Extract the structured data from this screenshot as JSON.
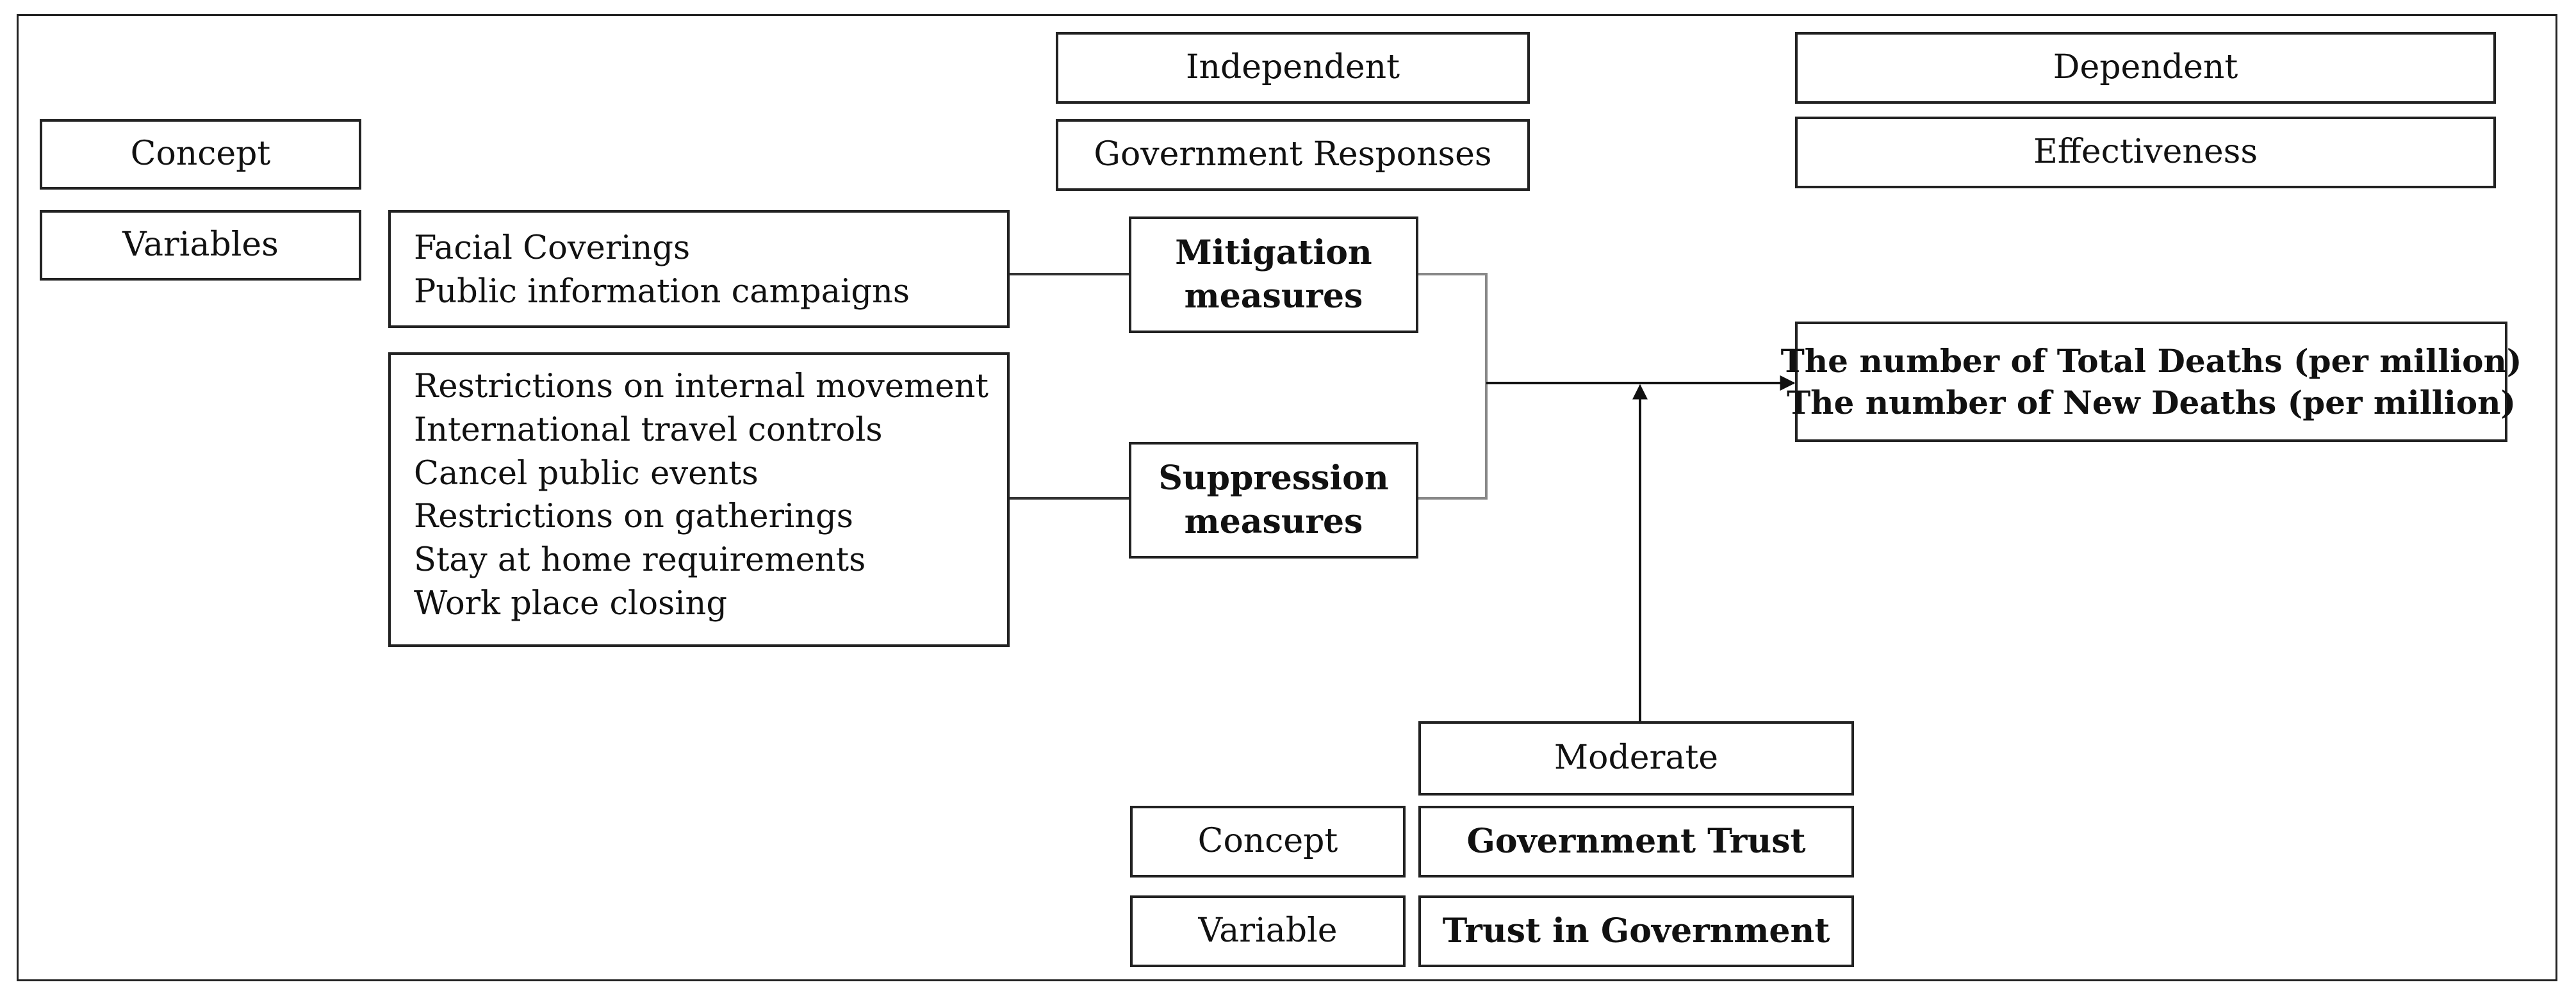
{
  "header": {
    "concept": "Concept",
    "variables": "Variables",
    "independent": "Independent",
    "government_responses": "Government Responses",
    "dependent": "Dependent",
    "effectiveness": "Effectiveness"
  },
  "mitigation": {
    "variables": [
      "Facial Coverings",
      "Public information campaigns"
    ],
    "label": [
      "Mitigation",
      "measures"
    ]
  },
  "suppression": {
    "variables": [
      "Restrictions on internal movement",
      "International travel controls",
      "Cancel public events",
      "Restrictions on gatherings",
      "Stay at home requirements",
      "Work place closing"
    ],
    "label": [
      "Suppression",
      "measures"
    ]
  },
  "outcome": {
    "lines": [
      "The number of Total Deaths (per million)",
      "The number of New Deaths (per million)"
    ]
  },
  "moderator": {
    "role": "Moderate",
    "concept_label": "Concept",
    "concept_value": "Government Trust",
    "variable_label": "Variable",
    "variable_value": "Trust in Government"
  }
}
